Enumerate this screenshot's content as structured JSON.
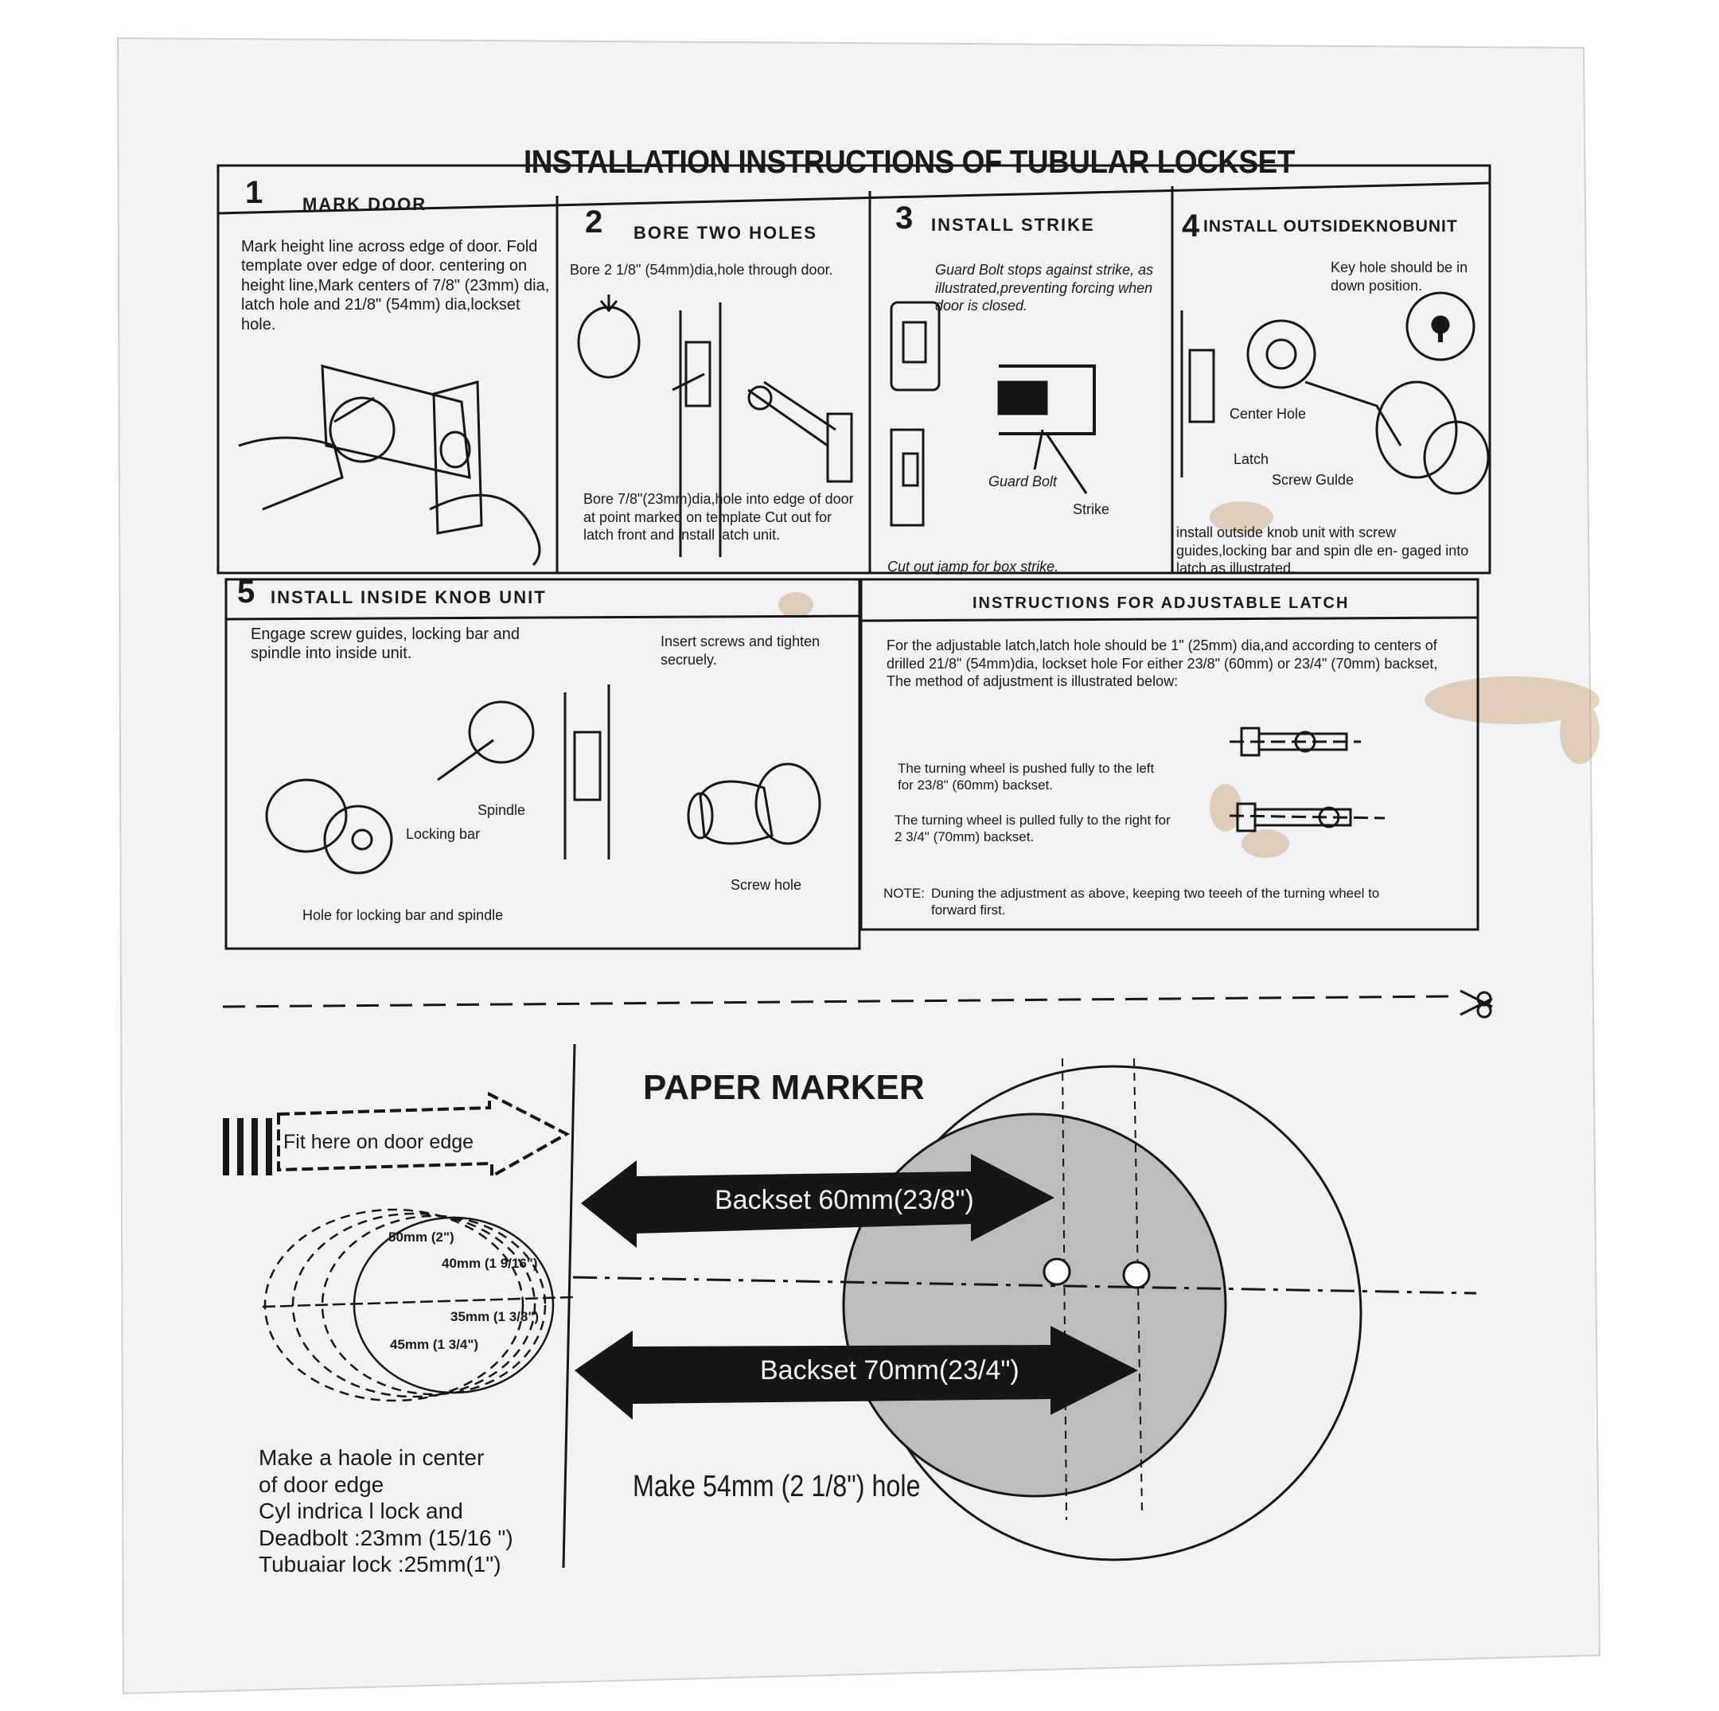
{
  "title": "INSTALLATION INSTRUCTIONS OF TUBULAR LOCKSET",
  "steps": [
    {
      "number": "1",
      "title": "MARK DOOR",
      "text": "Mark height line across edge of door. Fold template over edge of door. centering on height line,Mark centers of 7/8\" (23mm) dia, latch hole and 21/8\" (54mm) dia,lockset hole."
    },
    {
      "number": "2",
      "title": "BORE TWO HOLES",
      "text": "Bore 2 1/8\" (54mm)dia,hole through door.",
      "text2": "Bore 7/8\"(23mm)dia,hole into edge of door at point marked on template Cut out for latch front and install latch unit."
    },
    {
      "number": "3",
      "title": "INSTALL STRIKE",
      "text": "Guard Bolt stops against strike, as illustrated,preventing forcing when door is closed.",
      "label_guard_bolt": "Guard Bolt",
      "label_strike": "Strike",
      "caption": "Cut out jamp for box strike."
    },
    {
      "number": "4",
      "title": "INSTALL OUTSIDEKNOBUNIT",
      "text": "Key hole should be in down position.",
      "label_center_hole": "Center Hole",
      "label_latch": "Latch",
      "label_screw_guide": "Screw Gulde",
      "caption": "install outside knob unit with screw guides,locking bar and spin dle en- gaged into latch as illustrated."
    },
    {
      "number": "5",
      "title": "INSTALL INSIDE KNOB UNIT",
      "text": "Engage screw guides, locking bar and spindle into inside unit.",
      "text2": "Insert screws and tighten secruely.",
      "label_spindle": "Spindle",
      "label_locking_bar": "Locking bar",
      "label_hole": "Hole for locking bar and spindle",
      "label_screw_hole": "Screw hole"
    }
  ],
  "adjustable": {
    "title": "INSTRUCTIONS FOR ADJUSTABLE LATCH",
    "text": "For the adjustable latch,latch hole should be 1\" (25mm) dia,and according to centers of drilled 21/8\" (54mm)dia, lockset hole For either 23/8\" (60mm) or 23/4\" (70mm) backset, The method of adjustment is illustrated below:",
    "pushed": "The turning wheel is pushed fully to the left for 23/8\" (60mm) backset.",
    "pulled": "The turning wheel is pulled fully to the right for 2 3/4\" (70mm) backset.",
    "note_label": "NOTE:",
    "note": "Duning the adjustment as above, keeping two teeeh of the turning wheel to forward first."
  },
  "marker": {
    "title": "PAPER MARKER",
    "fit": "Fit here on door edge",
    "backset60": "Backset 60mm(23/8\")",
    "backset70": "Backset 70mm(23/4\")",
    "make_hole": "Make 54mm (2 1/8\") hole",
    "dim50": "50mm (2\")",
    "dim40": "40mm (1 9/16\")",
    "dim35": "35mm (1 3/8\")",
    "dim45": "45mm (1 3/4\")",
    "center_note": [
      "Make a haole in center",
      "of door edge",
      "Cyl indrica l lock and",
      "Deadbolt :23mm (15/16 \")",
      "Tubuaiar lock :25mm(1\")"
    ]
  },
  "colors": {
    "paper": "#f3f3f6",
    "ink": "#161616",
    "circle_fill": "#bdbdbf",
    "stain": "#b9782e"
  }
}
